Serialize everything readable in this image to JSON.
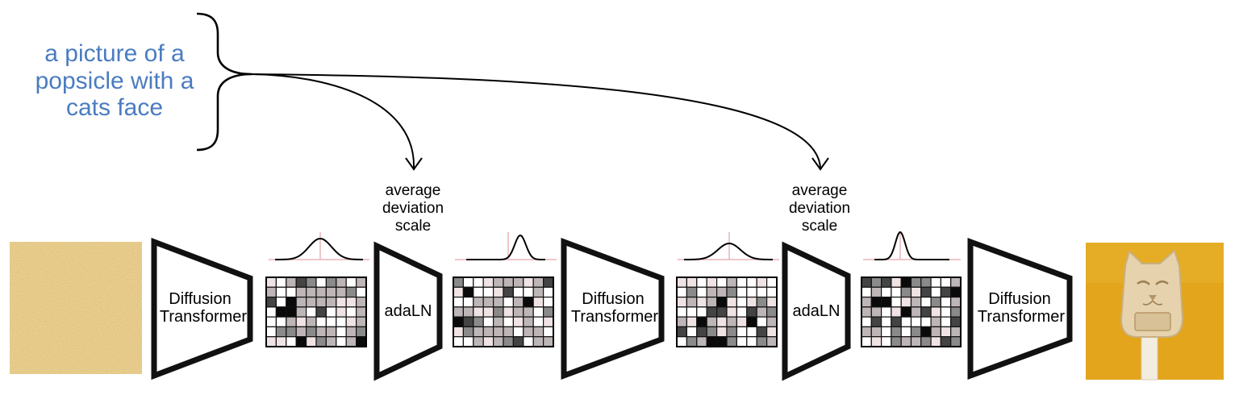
{
  "prompt": {
    "lines": [
      "a picture of a",
      "popsicle with a",
      "cats face"
    ],
    "color": "#4a7cc0"
  },
  "labels": {
    "dit": [
      "Diffusion",
      "Transformer"
    ],
    "adaln": "adaLN",
    "stats": [
      "average",
      "deviation",
      "scale"
    ]
  },
  "colors": {
    "noise_base": "#ecd08e",
    "output_bg": "#e2a51c",
    "popsicle": "#e6d3ad",
    "curve_axis": "#e8b4b8",
    "frame": "#111111"
  },
  "icons": {
    "noise": "noise-image",
    "output": "cat-popsicle-image",
    "bracket": "curly-brace-icon",
    "grid": "feature-grid",
    "curve": "gaussian-curve-icon"
  }
}
